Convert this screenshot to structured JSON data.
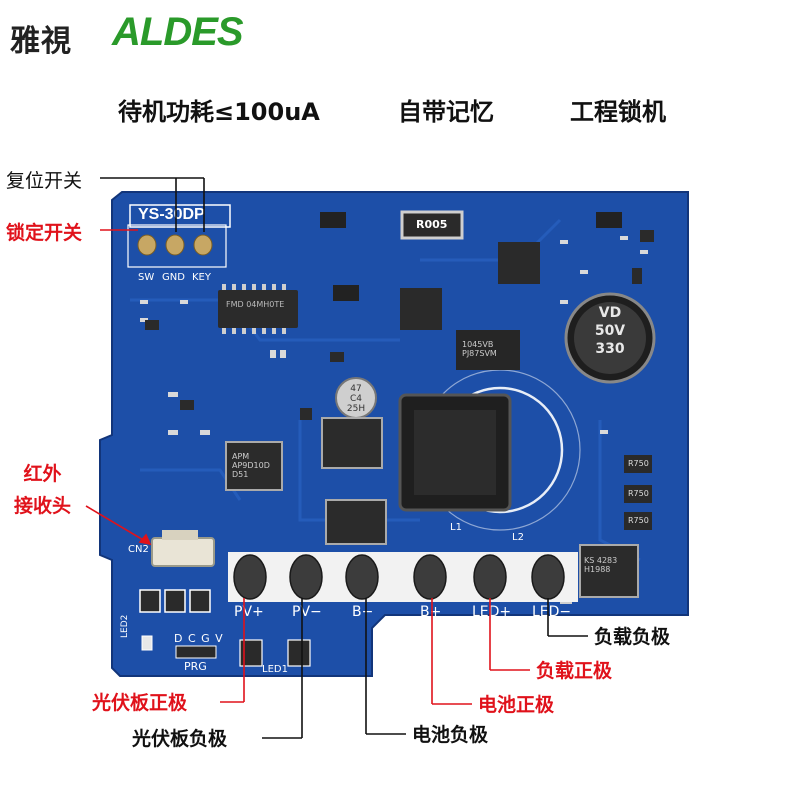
{
  "brand": {
    "cn": "雅視",
    "en": "ALDES"
  },
  "features": [
    "待机功耗≤100uA",
    "自带记忆",
    "工程锁机"
  ],
  "board": {
    "model": "YS-30DP",
    "header_pins": [
      "SW",
      "GND",
      "KEY"
    ],
    "terminals": [
      "PV+",
      "PV−",
      "B−",
      "B+",
      "LED+",
      "LED−"
    ],
    "prg_pins": "D C G V",
    "prg_label": "PRG",
    "led1": "LED1",
    "led2": "LED2",
    "cn2": "CN2",
    "cap_large": {
      "top": "VD",
      "mid": "50V",
      "bottom": "330"
    },
    "cap_small": {
      "top": "47",
      "mid": "C4",
      "bottom": "25H"
    },
    "res_r005": "R005",
    "res_r750": "R750",
    "chip_u1": "FMD 04MH0TE",
    "chip_d2": "1045VB PJ87SVM",
    "chip_mosfet": "KS 4283 H1988",
    "chip_apm": "APM AP9D10D D51",
    "inductor": "L1",
    "inductor2": "L2"
  },
  "callouts": {
    "reset_switch": "复位开关",
    "lock_switch": "锁定开关",
    "ir_receiver": "红外\n接收头",
    "pv_positive": "光伏板正极",
    "pv_negative": "光伏板负极",
    "battery_negative": "电池负极",
    "battery_positive": "电池正极",
    "load_positive": "负载正极",
    "load_negative": "负载负极"
  },
  "colors": {
    "pcb": "#1d4fa8",
    "pcb_dark": "#153f8c",
    "silkscreen": "#ffffff",
    "callout_red": "#e0121b",
    "callout_black": "#111111",
    "brand_green": "#2a9a2a"
  }
}
